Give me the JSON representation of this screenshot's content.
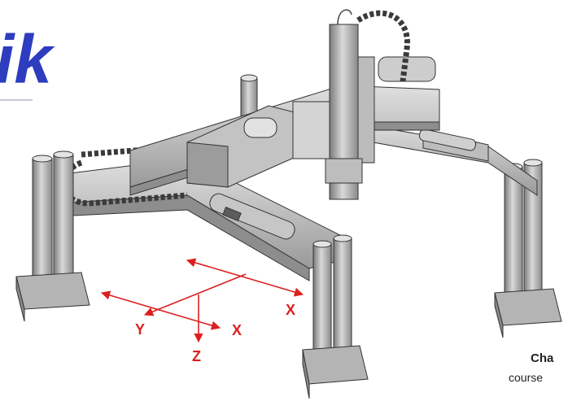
{
  "logo": {
    "text": "ik",
    "color": "#2e3cbf"
  },
  "axes": {
    "color": "#dd1f1f",
    "labels": {
      "x_right": "X",
      "x_left": "X",
      "y": "Y",
      "z": "Z"
    }
  },
  "colors": {
    "metal_light": "#d2d2d2",
    "metal_mid": "#a9a9a9",
    "metal_dark": "#6f6f6f",
    "outline": "#333333"
  },
  "caption": {
    "title": "Cha",
    "subtitle": "course"
  }
}
